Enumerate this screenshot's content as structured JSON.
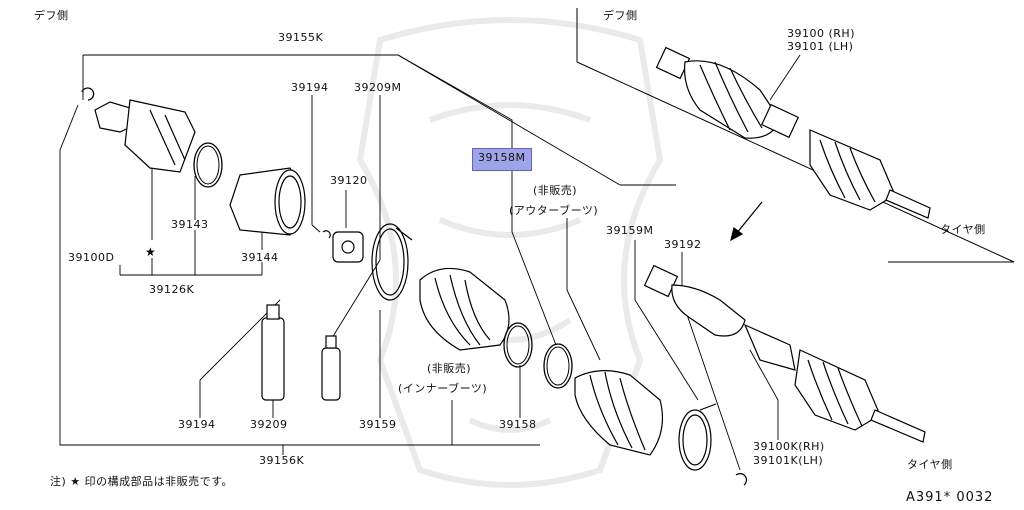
{
  "diagram": {
    "side_labels": {
      "diff_left": "デフ側",
      "diff_right": "デフ側",
      "tire_top": "タイヤ側",
      "tire_bottom": "タイヤ側"
    },
    "parts": {
      "p39155K": "39155K",
      "p39194_top": "39194",
      "p39209M": "39209M",
      "p39120": "39120",
      "p39143": "39143",
      "p39144": "39144",
      "p39100D": "39100D",
      "p39126K": "39126K",
      "p39158M": "39158M",
      "p39159M": "39159M",
      "p39192": "39192",
      "p39100_rh": "39100 (RH)",
      "p39101_lh": "39101 (LH)",
      "p39194_bottom": "39194",
      "p39209": "39209",
      "p39159": "39159",
      "p39158": "39158",
      "p39156K": "39156K",
      "p39100K": "39100K(RH)",
      "p39101K": "39101K(LH)"
    },
    "boot_notes": {
      "outer_line1": "(非販売)",
      "outer_line2": "(アウターブーツ)",
      "inner_line1": "(非販売)",
      "inner_line2": "(インナーブーツ)"
    },
    "star_mark": "★",
    "footnote": "注) ★ 印の構成部品は非販売です。",
    "diagram_code": "A391* 0032",
    "highlighted_part": "39158M",
    "highlight_color": "#9fa3e8"
  }
}
